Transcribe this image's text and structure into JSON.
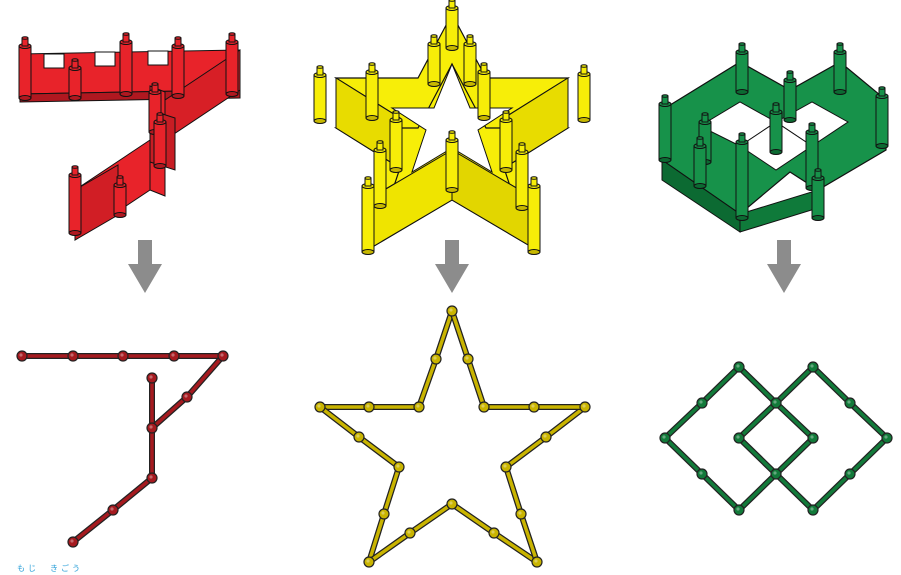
{
  "colors": {
    "red": "#e8232a",
    "red_dark": "#b01820",
    "red_line": "#a51a1f",
    "yellow": "#f7ee08",
    "yellow_dark": "#c7b800",
    "yellow_line": "#c9b400",
    "green": "#17924a",
    "green_dark": "#0c6a32",
    "green_line": "#127a3a",
    "arrow": "#8c8c8c",
    "caption": "#2a9fd8"
  },
  "figures": [
    {
      "name": "katakana-fu",
      "color": "red"
    },
    {
      "name": "star",
      "color": "yellow"
    },
    {
      "name": "double-diamond",
      "color": "green"
    }
  ],
  "caption_text": "もじ　きごう"
}
